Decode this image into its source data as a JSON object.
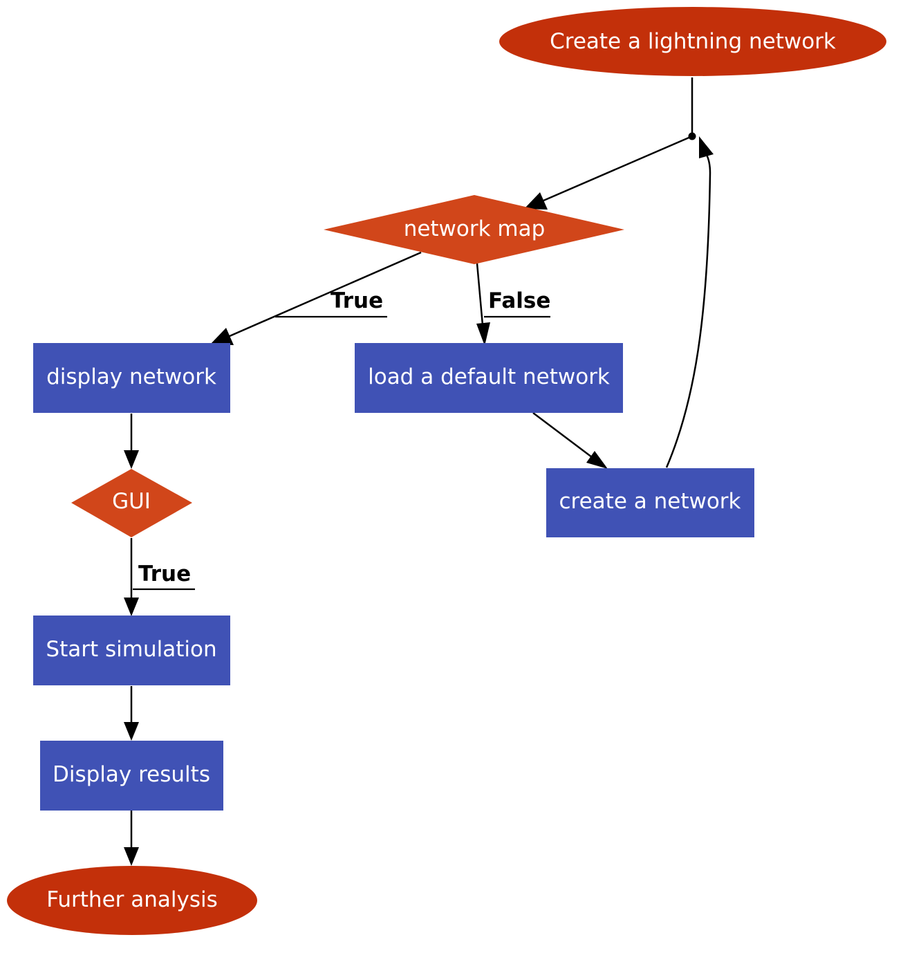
{
  "colors": {
    "terminal": "#c3300a",
    "decision": "#d1461a",
    "process": "#4052b5",
    "edge": "#000000",
    "node_text": "#ffffff"
  },
  "nodes": {
    "start": {
      "label": "Create a lightning network",
      "shape": "ellipse"
    },
    "network_map": {
      "label": "network map",
      "shape": "diamond"
    },
    "display_network": {
      "label": "display network",
      "shape": "rectangle"
    },
    "load_default": {
      "label": "load a default network",
      "shape": "rectangle"
    },
    "create_network": {
      "label": "create a network",
      "shape": "rectangle"
    },
    "gui": {
      "label": "GUI",
      "shape": "diamond"
    },
    "start_simulation": {
      "label": "Start simulation",
      "shape": "rectangle"
    },
    "display_results": {
      "label": "Display results",
      "shape": "rectangle"
    },
    "further_analysis": {
      "label": "Further analysis",
      "shape": "ellipse"
    }
  },
  "edges": [
    {
      "from": "start",
      "to": "join-point",
      "label": ""
    },
    {
      "from": "join-point",
      "to": "network_map",
      "label": ""
    },
    {
      "from": "network_map",
      "to": "display_network",
      "label": "True"
    },
    {
      "from": "network_map",
      "to": "load_default",
      "label": "False"
    },
    {
      "from": "load_default",
      "to": "create_network",
      "label": ""
    },
    {
      "from": "create_network",
      "to": "join-point",
      "label": ""
    },
    {
      "from": "display_network",
      "to": "gui",
      "label": ""
    },
    {
      "from": "gui",
      "to": "start_simulation",
      "label": "True"
    },
    {
      "from": "start_simulation",
      "to": "display_results",
      "label": ""
    },
    {
      "from": "display_results",
      "to": "further_analysis",
      "label": ""
    }
  ],
  "edge_labels": {
    "map_true": "True",
    "map_false": "False",
    "gui_true": "True"
  }
}
